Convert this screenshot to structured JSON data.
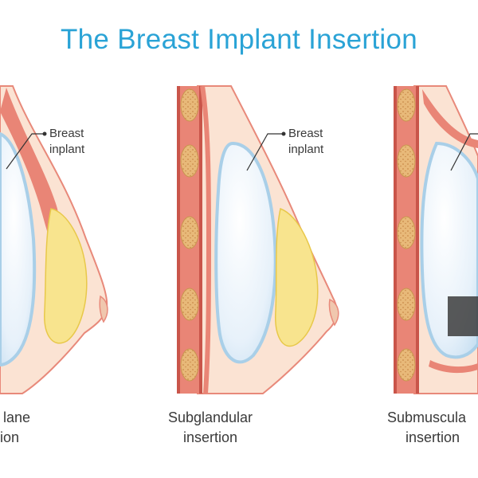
{
  "title": "The Breast Implant Insertion",
  "panels": [
    {
      "caption_line1": "lane",
      "caption_line2": "ion",
      "label_line1": "Breast",
      "label_line2": "inplant"
    },
    {
      "caption_line1": "Subglandular",
      "caption_line2": "insertion",
      "label_line1": "Breast",
      "label_line2": "inplant"
    },
    {
      "caption_line1": "Submuscula",
      "caption_line2": "insertion"
    }
  ],
  "colors": {
    "title": "#2aa3d6",
    "skin": "#fbe3d3",
    "skin_outline": "#e8897a",
    "muscle": "#e98576",
    "muscle_dark": "#c9554a",
    "fat_lobule": "#e6b877",
    "gland": "#f8e48e",
    "implant": "#e7f1fa",
    "implant_outline": "#a9cfe8"
  }
}
